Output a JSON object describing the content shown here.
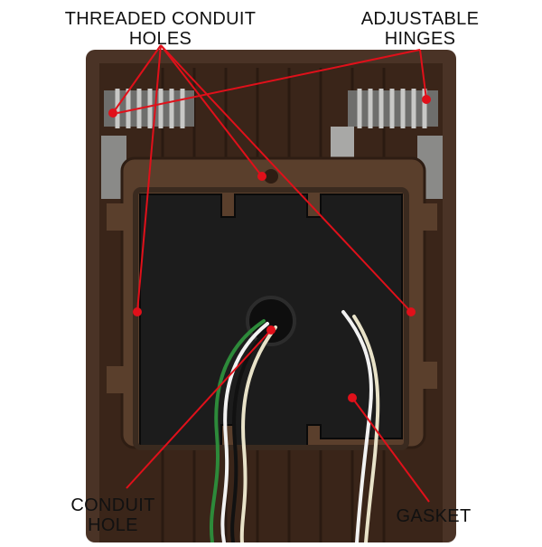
{
  "labels": {
    "threaded_conduit_holes": [
      "THREADED CONDUIT",
      "HOLES"
    ],
    "adjustable_hinges": [
      "ADJUSTABLE",
      "HINGES"
    ],
    "conduit_hole": [
      "CONDUIT",
      "HOLE"
    ],
    "gasket": "GASKET"
  },
  "colors": {
    "housing_bronze": "#4a3326",
    "gasket_black": "#1c1c1c",
    "callout_red": "#e0101a",
    "spring_metal": "#9a9a98"
  }
}
